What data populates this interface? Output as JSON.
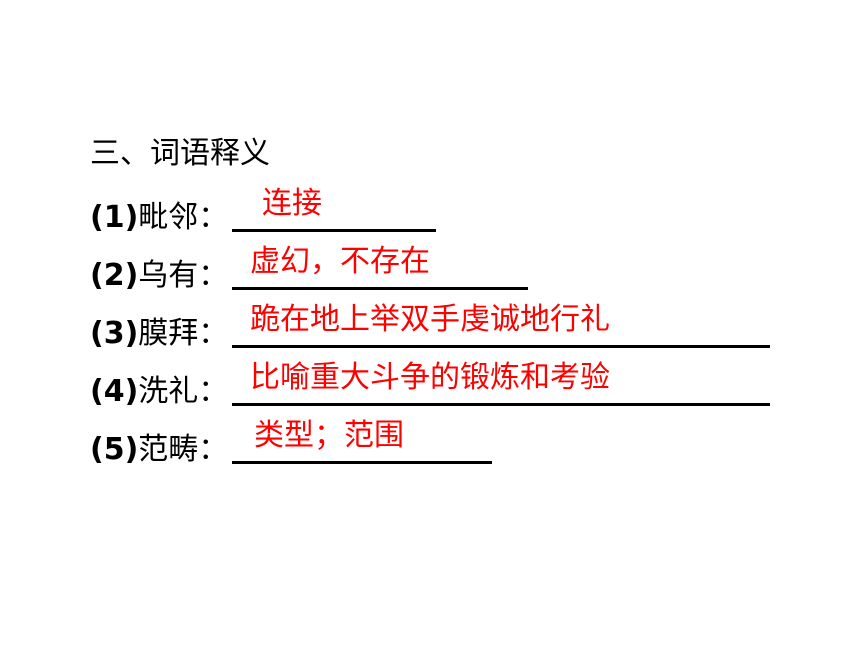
{
  "heading": "三、词语释义",
  "items": [
    {
      "num": "(1)",
      "word": "毗邻：",
      "answer": "连接"
    },
    {
      "num": "(2)",
      "word": "乌有：",
      "answer": "虚幻，不存在"
    },
    {
      "num": "(3)",
      "word": "膜拜：",
      "answer": "跪在地上举双手虔诚地行礼"
    },
    {
      "num": "(4)",
      "word": "洗礼：",
      "answer": "比喻重大斗争的锻炼和考验"
    },
    {
      "num": "(5)",
      "word": "范畴：",
      "answer": "类型；范围"
    }
  ],
  "colors": {
    "text": "#000000",
    "answer": "#ff0000",
    "background": "#ffffff"
  }
}
